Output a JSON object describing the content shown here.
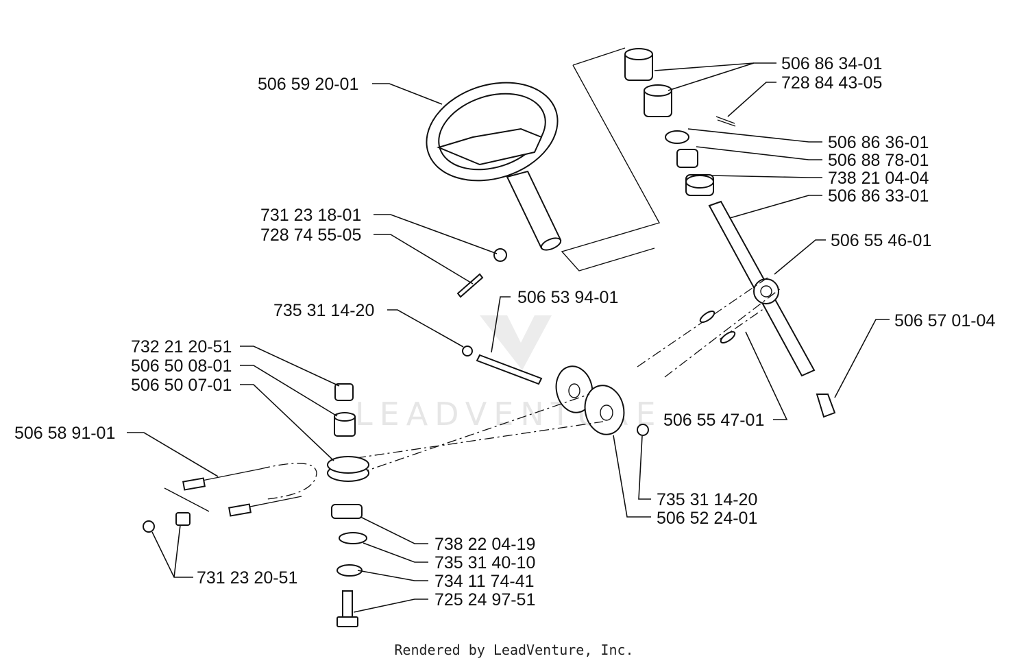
{
  "watermark": "LEADVENTURE",
  "footer": "Rendered by LeadVenture, Inc.",
  "part_labels": [
    "506 59 20-01",
    "731 23 18-01",
    "728 74 55-05",
    "735 31 14-20",
    "506 53 94-01",
    "732 21 20-51",
    "506 50 08-01",
    "506 50 07-01",
    "506 58 91-01",
    "731 23 20-51",
    "738 22 04-19",
    "735 31 40-10",
    "734 11 74-41",
    "725 24 97-51",
    "735 31 14-20",
    "506 52 24-01",
    "506 55 47-01",
    "506 57 01-04",
    "506 55 46-01",
    "506 86 33-01",
    "738 21 04-04",
    "506 88 78-01",
    "506 86 36-01",
    "728 84 43-05",
    "506 86 34-01"
  ]
}
